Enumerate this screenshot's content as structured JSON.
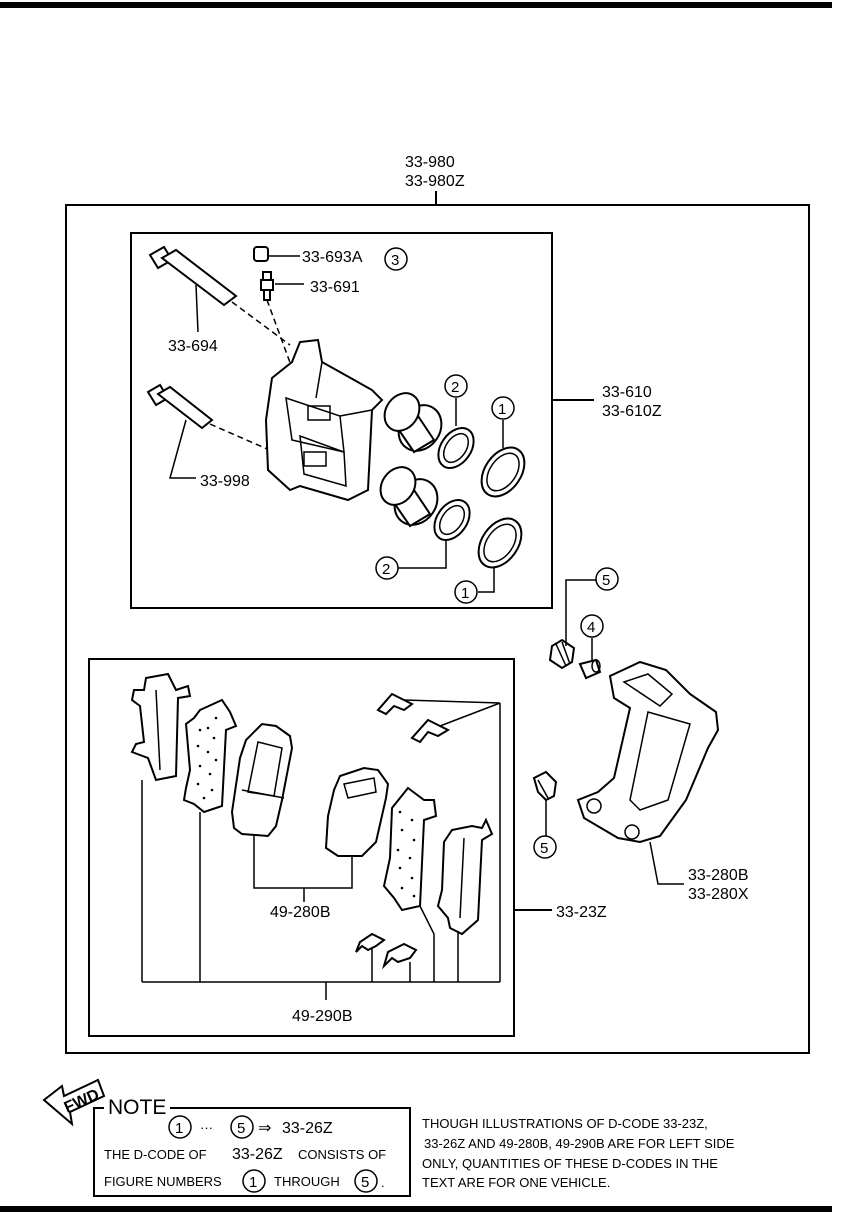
{
  "labels": {
    "assembly_1": "33-980",
    "assembly_2": "33-980Z",
    "cap": "33-693A",
    "bleeder": "33-691",
    "pin_upper": "33-694",
    "pin_lower": "33-998",
    "caliper_1": "33-610",
    "caliper_2": "33-610Z",
    "bracket_1": "33-280B",
    "bracket_2": "33-280X",
    "pad_kit": "33-23Z",
    "pads": "49-280B",
    "shims": "49-290B"
  },
  "callouts": {
    "c1a": "1",
    "c1b": "1",
    "c2a": "2",
    "c2b": "2",
    "c3": "3",
    "c4": "4",
    "c5a": "5",
    "c5b": "5"
  },
  "fwd": "FWD",
  "note": {
    "title": "NOTE",
    "range_from": "1",
    "range_dots": "···",
    "range_to": "5",
    "arrow": "⇒",
    "range_code": "33-26Z",
    "line2_a": "THE D-CODE OF",
    "line2_code": "33-26Z",
    "line2_b": "CONSISTS OF",
    "line3_a": "FIGURE NUMBERS",
    "line3_from": "1",
    "line3_mid": "THROUGH",
    "line3_to": "5",
    "line3_end": ".",
    "side_1": "THOUGH ILLUSTRATIONS OF D-CODE 33-23Z,",
    "side_2": "33-26Z AND 49-280B, 49-290B ARE FOR LEFT SIDE",
    "side_3": "ONLY, QUANTITIES OF THESE D-CODES IN THE",
    "side_4": "TEXT ARE FOR ONE VEHICLE."
  }
}
